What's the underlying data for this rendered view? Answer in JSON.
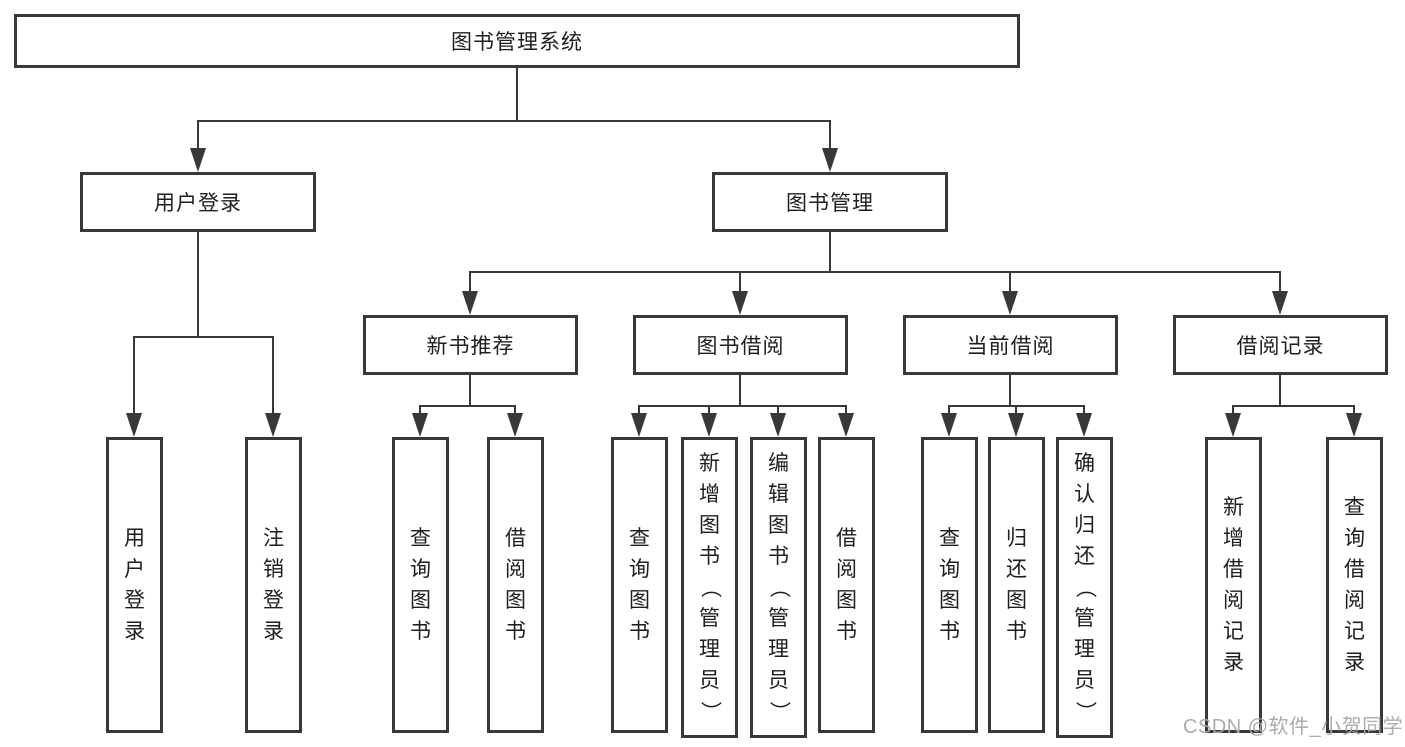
{
  "diagram": {
    "root": "图书管理系统",
    "tree": {
      "user_login": {
        "label": "用户登录",
        "children": [
          "用户登录",
          "注销登录"
        ]
      },
      "book_mgmt": {
        "label": "图书管理",
        "sections": {
          "new_book": {
            "label": "新书推荐",
            "children": [
              "查询图书",
              "借阅图书"
            ]
          },
          "borrow": {
            "label": "图书借阅",
            "children": [
              "查询图书",
              "新增图书（管理员）",
              "编辑图书（管理员）",
              "借阅图书"
            ]
          },
          "current": {
            "label": "当前借阅",
            "children": [
              "查询图书",
              "归还图书",
              "确认归还（管理员）"
            ]
          },
          "records": {
            "label": "借阅记录",
            "children": [
              "新增借阅记录",
              "查询借阅记录"
            ]
          }
        }
      }
    },
    "line_color": "#383838"
  },
  "watermark": "CSDN @软件_小贺同学"
}
